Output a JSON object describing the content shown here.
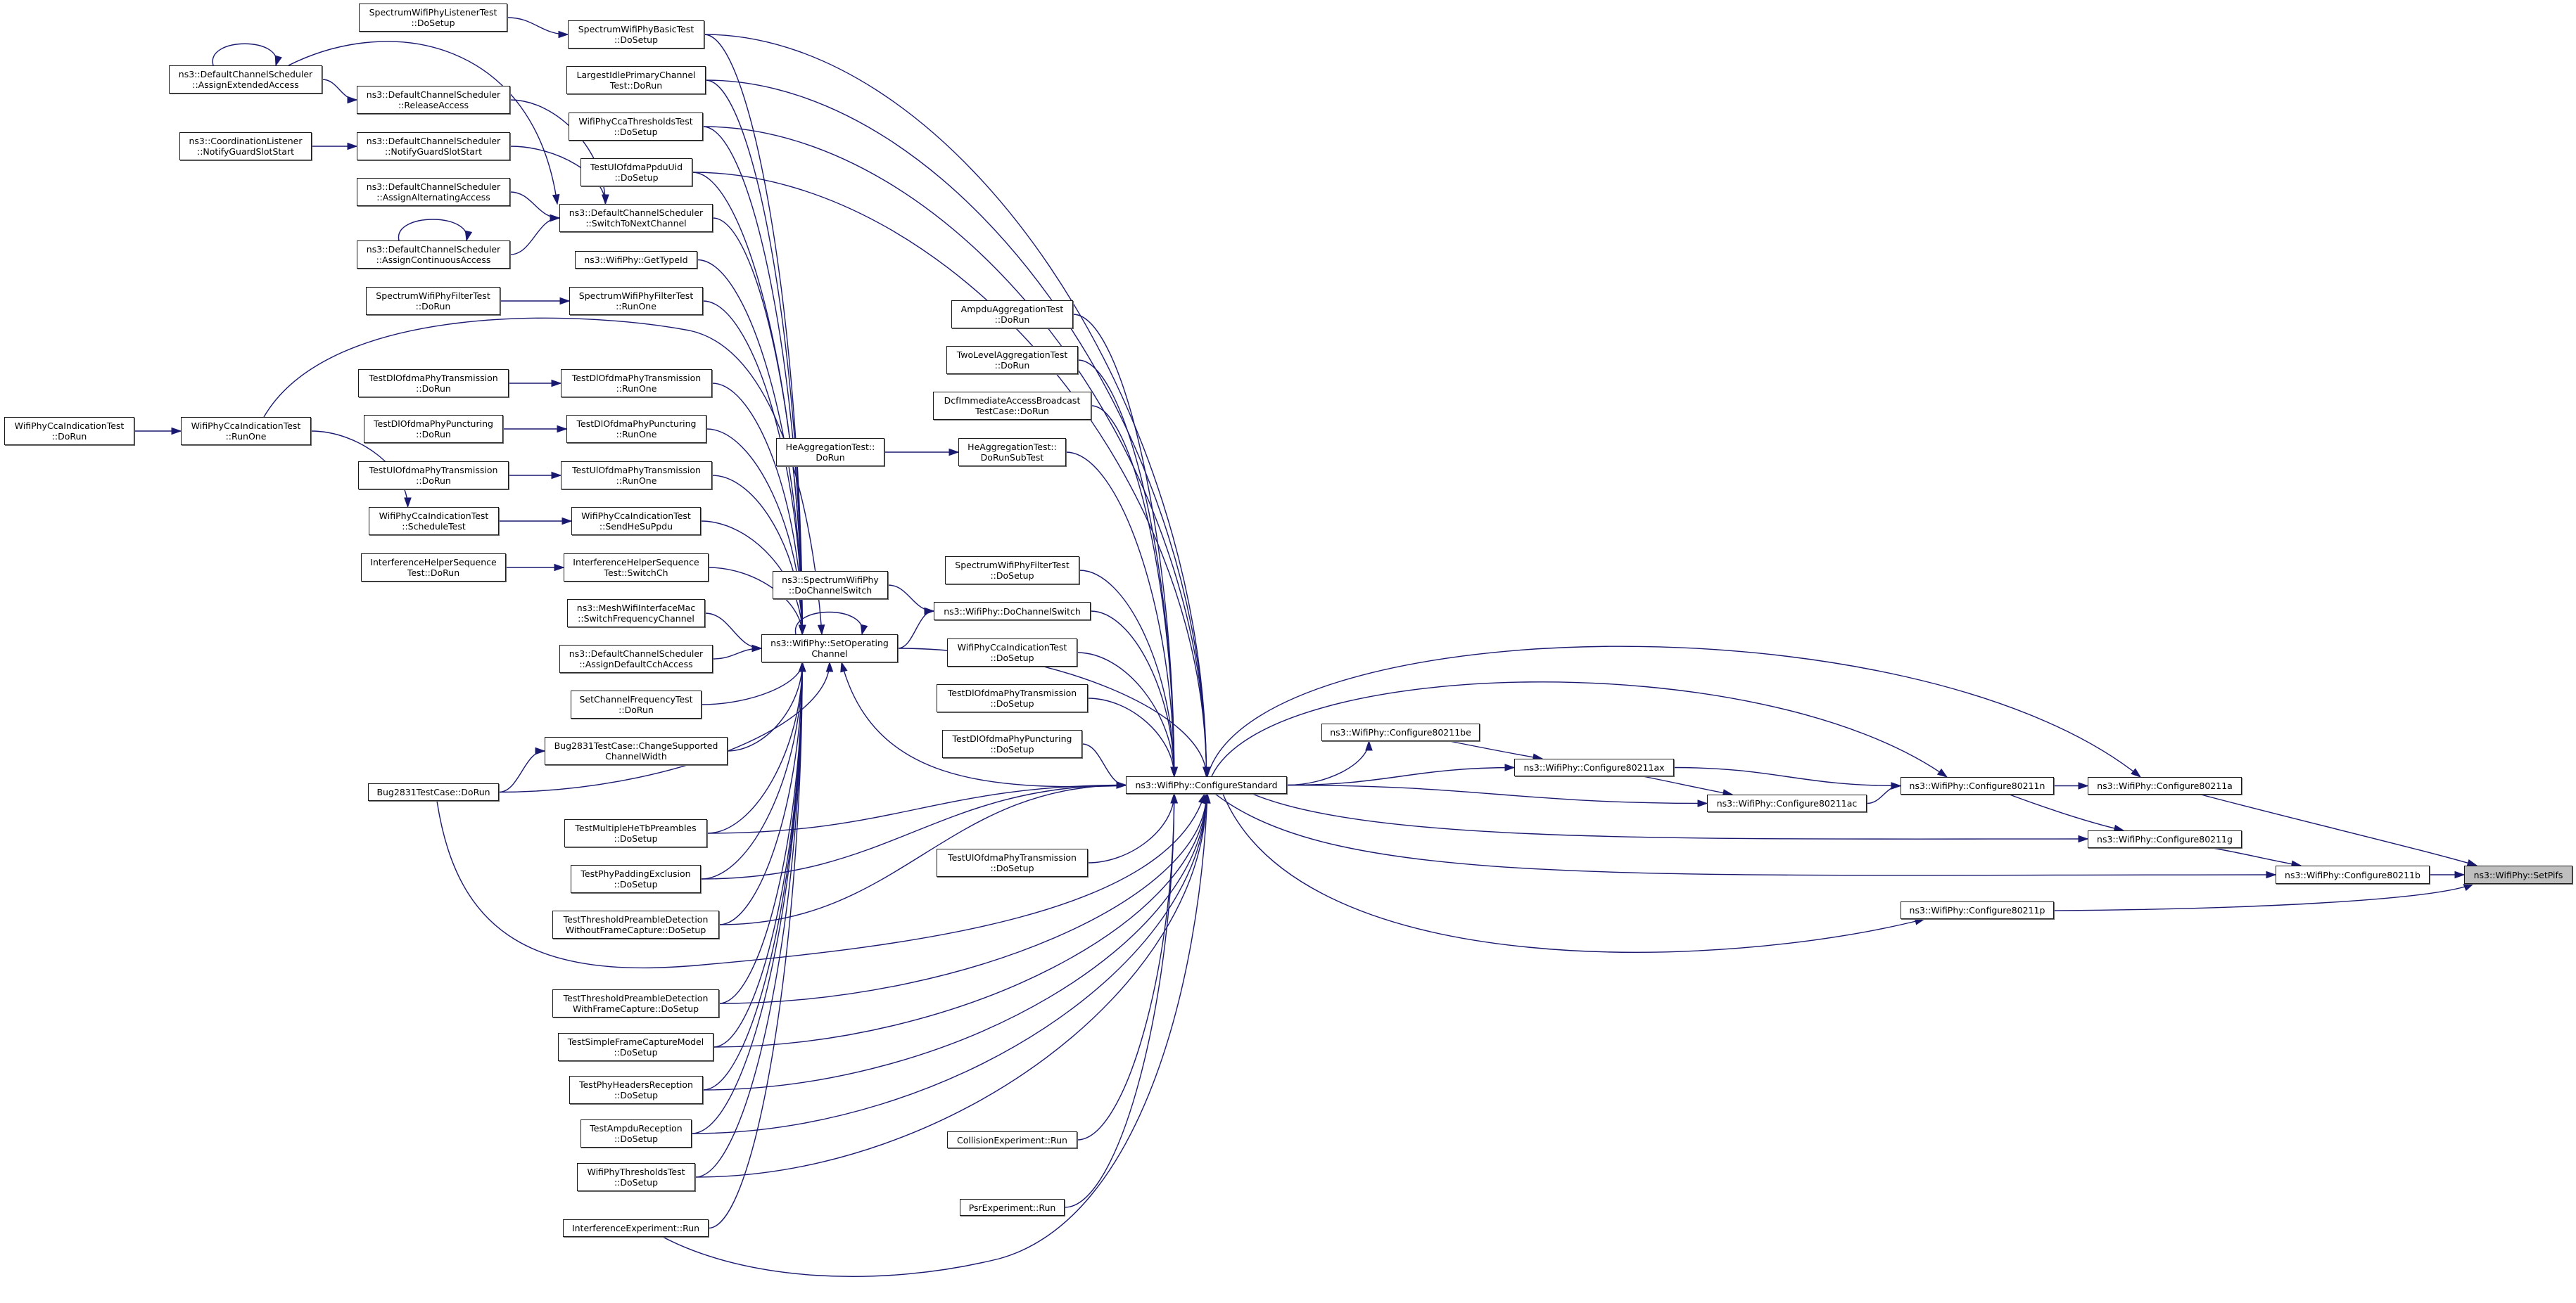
{
  "diagram": {
    "current_node_index": 65,
    "colors": {
      "edge": "#191970",
      "node_border": "#1a1a1a",
      "node_fill": "#ffffff",
      "current_node_fill": "#bfbfbf"
    },
    "nodes": [
      {
        "lines": [
          "SpectrumWifiPhyListenerTest",
          "::DoSetup"
        ]
      },
      {
        "lines": [
          "SpectrumWifiPhyBasicTest",
          "::DoSetup"
        ]
      },
      {
        "lines": [
          "ns3::DefaultChannelScheduler",
          "::AssignExtendedAccess"
        ]
      },
      {
        "lines": [
          "LargestIdlePrimaryChannel",
          "Test::DoRun"
        ]
      },
      {
        "lines": [
          "ns3::DefaultChannelScheduler",
          "::ReleaseAccess"
        ]
      },
      {
        "lines": [
          "ns3::CoordinationListener",
          "::NotifyGuardSlotStart"
        ]
      },
      {
        "lines": [
          "ns3::DefaultChannelScheduler",
          "::NotifyGuardSlotStart"
        ]
      },
      {
        "lines": [
          "WifiPhyCcaThresholdsTest",
          "::DoSetup"
        ]
      },
      {
        "lines": [
          "ns3::DefaultChannelScheduler",
          "::AssignAlternatingAccess"
        ]
      },
      {
        "lines": [
          "TestUlOfdmaPpduUid",
          "::DoSetup"
        ]
      },
      {
        "lines": [
          "ns3::DefaultChannelScheduler",
          "::SwitchToNextChannel"
        ]
      },
      {
        "lines": [
          "ns3::DefaultChannelScheduler",
          "::AssignContinuousAccess"
        ]
      },
      {
        "lines": [
          "ns3::WifiPhy::GetTypeId"
        ]
      },
      {
        "lines": [
          "SpectrumWifiPhyFilterTest",
          "::DoRun"
        ]
      },
      {
        "lines": [
          "SpectrumWifiPhyFilterTest",
          "::RunOne"
        ]
      },
      {
        "lines": [
          "TestDlOfdmaPhyTransmission",
          "::DoRun"
        ]
      },
      {
        "lines": [
          "TestDlOfdmaPhyTransmission",
          "::RunOne"
        ]
      },
      {
        "lines": [
          "WifiPhyCcaIndicationTest",
          "::DoRun"
        ]
      },
      {
        "lines": [
          "WifiPhyCcaIndicationTest",
          "::RunOne"
        ]
      },
      {
        "lines": [
          "TestDlOfdmaPhyPuncturing",
          "::DoRun"
        ]
      },
      {
        "lines": [
          "TestDlOfdmaPhyPuncturing",
          "::RunOne"
        ]
      },
      {
        "lines": [
          "TestUlOfdmaPhyTransmission",
          "::DoRun"
        ]
      },
      {
        "lines": [
          "TestUlOfdmaPhyTransmission",
          "::RunOne"
        ]
      },
      {
        "lines": [
          "WifiPhyCcaIndicationTest",
          "::ScheduleTest"
        ]
      },
      {
        "lines": [
          "WifiPhyCcaIndicationTest",
          "::SendHeSuPpdu"
        ]
      },
      {
        "lines": [
          "InterferenceHelperSequence",
          "Test::DoRun"
        ]
      },
      {
        "lines": [
          "InterferenceHelperSequence",
          "Test::SwitchCh"
        ]
      },
      {
        "lines": [
          "ns3::MeshWifiInterfaceMac",
          "::SwitchFrequencyChannel"
        ]
      },
      {
        "lines": [
          "ns3::DefaultChannelScheduler",
          "::AssignDefaultCchAccess"
        ]
      },
      {
        "lines": [
          "SetChannelFrequencyTest",
          "::DoRun"
        ]
      },
      {
        "lines": [
          "Bug2831TestCase::ChangeSupported",
          "ChannelWidth"
        ]
      },
      {
        "lines": [
          "Bug2831TestCase::DoRun"
        ]
      },
      {
        "lines": [
          "TestMultipleHeTbPreambles",
          "::DoSetup"
        ]
      },
      {
        "lines": [
          "TestPhyPaddingExclusion",
          "::DoSetup"
        ]
      },
      {
        "lines": [
          "TestThresholdPreambleDetection",
          "WithoutFrameCapture::DoSetup"
        ]
      },
      {
        "lines": [
          "TestThresholdPreambleDetection",
          "WithFrameCapture::DoSetup"
        ]
      },
      {
        "lines": [
          "TestSimpleFrameCaptureModel",
          "::DoSetup"
        ]
      },
      {
        "lines": [
          "TestPhyHeadersReception",
          "::DoSetup"
        ]
      },
      {
        "lines": [
          "TestAmpduReception",
          "::DoSetup"
        ]
      },
      {
        "lines": [
          "WifiPhyThresholdsTest",
          "::DoSetup"
        ]
      },
      {
        "lines": [
          "InterferenceExperiment::Run"
        ]
      },
      {
        "lines": [
          "ns3::WifiPhy::SetOperating",
          "Channel"
        ]
      },
      {
        "lines": [
          "ns3::SpectrumWifiPhy",
          "::DoChannelSwitch"
        ]
      },
      {
        "lines": [
          "HeAggregationTest::",
          "DoRun"
        ]
      },
      {
        "lines": [
          "AmpduAggregationTest",
          "::DoRun"
        ]
      },
      {
        "lines": [
          "TwoLevelAggregationTest",
          "::DoRun"
        ]
      },
      {
        "lines": [
          "DcfImmediateAccessBroadcast",
          "TestCase::DoRun"
        ]
      },
      {
        "lines": [
          "HeAggregationTest::",
          "DoRunSubTest"
        ]
      },
      {
        "lines": [
          "SpectrumWifiPhyFilterTest",
          "::DoSetup"
        ]
      },
      {
        "lines": [
          "ns3::WifiPhy::DoChannelSwitch"
        ]
      },
      {
        "lines": [
          "WifiPhyCcaIndicationTest",
          "::DoSetup"
        ]
      },
      {
        "lines": [
          "TestDlOfdmaPhyTransmission",
          "::DoSetup"
        ]
      },
      {
        "lines": [
          "TestDlOfdmaPhyPuncturing",
          "::DoSetup"
        ]
      },
      {
        "lines": [
          "TestUlOfdmaPhyTransmission",
          "::DoSetup"
        ]
      },
      {
        "lines": [
          "CollisionExperiment::Run"
        ]
      },
      {
        "lines": [
          "PsrExperiment::Run"
        ]
      },
      {
        "lines": [
          "ns3::WifiPhy::ConfigureStandard"
        ]
      },
      {
        "lines": [
          "ns3::WifiPhy::Configure80211be"
        ]
      },
      {
        "lines": [
          "ns3::WifiPhy::Configure80211ax"
        ]
      },
      {
        "lines": [
          "ns3::WifiPhy::Configure80211ac"
        ]
      },
      {
        "lines": [
          "ns3::WifiPhy::Configure80211n"
        ]
      },
      {
        "lines": [
          "ns3::WifiPhy::Configure80211a"
        ]
      },
      {
        "lines": [
          "ns3::WifiPhy::Configure80211g"
        ]
      },
      {
        "lines": [
          "ns3::WifiPhy::Configure80211p"
        ]
      },
      {
        "lines": [
          "ns3::WifiPhy::Configure80211b"
        ]
      },
      {
        "lines": [
          "ns3::WifiPhy::SetPifs"
        ]
      }
    ],
    "edges": [
      [
        0,
        1
      ],
      [
        1,
        56
      ],
      [
        1,
        41
      ],
      [
        2,
        2
      ],
      [
        2,
        4
      ],
      [
        2,
        10
      ],
      [
        3,
        56
      ],
      [
        3,
        41
      ],
      [
        4,
        10
      ],
      [
        5,
        6
      ],
      [
        6,
        10
      ],
      [
        7,
        41
      ],
      [
        7,
        56
      ],
      [
        8,
        10
      ],
      [
        9,
        41
      ],
      [
        9,
        56
      ],
      [
        10,
        41
      ],
      [
        11,
        11
      ],
      [
        11,
        10
      ],
      [
        12,
        41
      ],
      [
        13,
        14
      ],
      [
        14,
        41
      ],
      [
        15,
        16
      ],
      [
        16,
        41
      ],
      [
        17,
        18
      ],
      [
        18,
        23
      ],
      [
        18,
        41
      ],
      [
        19,
        20
      ],
      [
        20,
        41
      ],
      [
        21,
        22
      ],
      [
        22,
        41
      ],
      [
        23,
        24
      ],
      [
        24,
        41
      ],
      [
        25,
        26
      ],
      [
        26,
        41
      ],
      [
        27,
        41
      ],
      [
        28,
        41
      ],
      [
        29,
        41
      ],
      [
        30,
        41
      ],
      [
        31,
        30
      ],
      [
        31,
        41
      ],
      [
        31,
        56
      ],
      [
        32,
        41
      ],
      [
        32,
        56
      ],
      [
        33,
        41
      ],
      [
        33,
        56
      ],
      [
        34,
        41
      ],
      [
        34,
        56
      ],
      [
        35,
        41
      ],
      [
        35,
        56
      ],
      [
        36,
        41
      ],
      [
        36,
        56
      ],
      [
        37,
        41
      ],
      [
        37,
        56
      ],
      [
        38,
        41
      ],
      [
        38,
        56
      ],
      [
        39,
        41
      ],
      [
        39,
        56
      ],
      [
        40,
        41
      ],
      [
        40,
        56
      ],
      [
        41,
        41
      ],
      [
        41,
        49
      ],
      [
        41,
        56
      ],
      [
        42,
        49
      ],
      [
        43,
        47
      ],
      [
        44,
        56
      ],
      [
        45,
        56
      ],
      [
        46,
        56
      ],
      [
        47,
        56
      ],
      [
        48,
        56
      ],
      [
        49,
        56
      ],
      [
        50,
        56
      ],
      [
        51,
        56
      ],
      [
        52,
        56
      ],
      [
        53,
        56
      ],
      [
        54,
        56
      ],
      [
        55,
        56
      ],
      [
        56,
        41
      ],
      [
        56,
        57
      ],
      [
        56,
        58
      ],
      [
        56,
        59
      ],
      [
        56,
        60
      ],
      [
        56,
        61
      ],
      [
        56,
        62
      ],
      [
        56,
        64
      ],
      [
        56,
        63
      ],
      [
        57,
        58
      ],
      [
        58,
        60
      ],
      [
        58,
        59
      ],
      [
        59,
        60
      ],
      [
        60,
        61
      ],
      [
        60,
        62
      ],
      [
        61,
        65
      ],
      [
        62,
        64
      ],
      [
        64,
        65
      ],
      [
        63,
        65
      ]
    ]
  }
}
